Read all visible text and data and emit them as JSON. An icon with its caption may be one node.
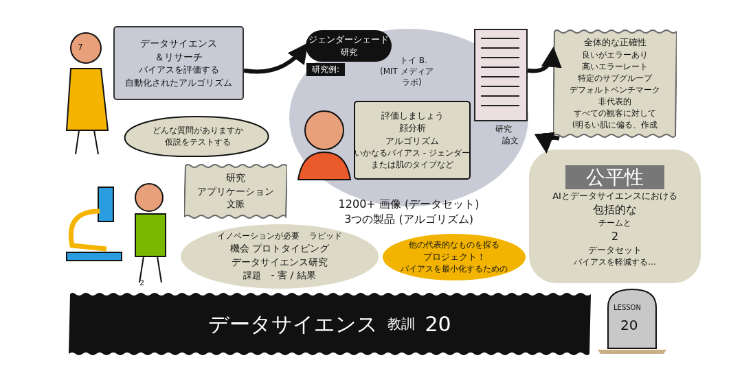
{
  "diagram": {
    "nodes": [
      {
        "text": [
          "データサイエンス",
          "＆リサーチ",
          "バイアスを評価する",
          "自動化されたアルゴリズム"
        ]
      },
      {
        "text": [
          "どんな質問がありますか",
          "仮説をテストする"
        ]
      },
      {
        "text": [
          "研究",
          "アプリケーション",
          "文脈"
        ]
      },
      {
        "text": [
          "イノベーションが必要",
          "ラピッド",
          "機会 プロトタイピング",
          "データサイエンス研究",
          "課題",
          "- 害 / 結果"
        ]
      },
      {
        "text": [
          "1200+ 画像 (データセット)",
          "3つの製品 (アルゴリズム)"
        ]
      },
      {
        "text": [
          "ジェンダーシェード",
          "研究"
        ],
        "in": 4
      },
      {
        "text": [
          "評価しましょう",
          "顔分析",
          "アルゴリズム",
          "いかなるバイアス - ジェンダー",
          "または肌のタイプなど"
        ],
        "in": 4
      },
      {
        "text": [],
        "shape": "picture",
        "in": 4,
        "beside": [
          "研究",
          "論文"
        ]
      },
      {
        "text": [
          "全体的な正確性",
          "良いがエラーあり",
          "高いエラーレート",
          "特定のサブグループ",
          "デフォルトベンチマーク",
          "非代表的",
          "すべての観客に対して",
          "(明るい肌に偏る、作成"
        ]
      },
      {
        "text": [
          "公平性",
          "AIとデータサイエンスにおける",
          "包括的な",
          "チームと",
          "2",
          "データセット",
          "バイアスを軽減する..."
        ]
      },
      {
        "text": [
          "他の代表的なものを探る",
          "プロジェクト！",
          "バイアスを最小化するための"
        ]
      },
      {
        "text": [
          "データサイエンス",
          "教訓",
          "20"
        ]
      }
    ],
    "edges": [
      {
        "from": 0,
        "to": 5,
        "arrow": "to"
      },
      {
        "from": 7,
        "to": 8,
        "arrow": "to"
      },
      {
        "from": 8,
        "to": 9,
        "arrow": "to"
      }
    ],
    "labels": [
      "7",
      "研究例:",
      "トイ B.",
      "(MIT メディア",
      "ラボ)",
      "2",
      "LESSON",
      "20"
    ]
  }
}
